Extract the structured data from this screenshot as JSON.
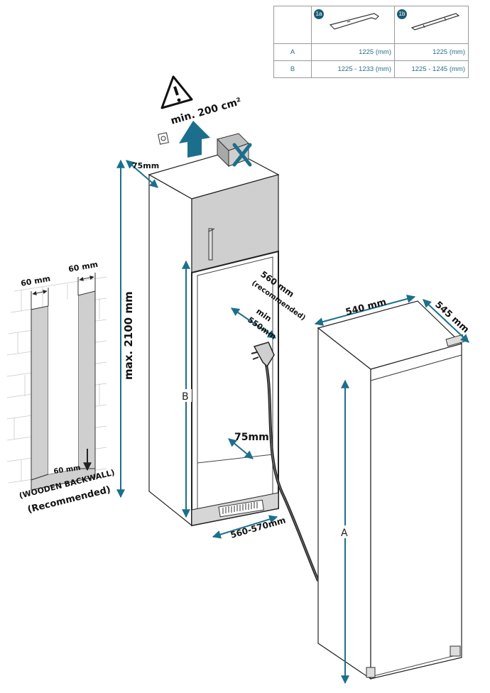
{
  "table": {
    "header": {
      "col1_badge": "1a",
      "col2_badge": "1b"
    },
    "rows": [
      {
        "label": "A",
        "c1": "1225 (mm)",
        "c2": "1225 (mm)"
      },
      {
        "label": "B",
        "c1": "1225 - 1233 (mm)",
        "c2": "1225 - 1245 (mm)"
      }
    ]
  },
  "labels": {
    "vent_area": "min. 200 cm²",
    "top_gap": "75mm",
    "max_height": "max. 2100 mm",
    "strip_left": "60 mm",
    "strip_right": "60 mm",
    "strip_bottom": "60 mm",
    "backwall_1": "(WOODEN BACKWALL)",
    "backwall_2": "(Recommended)",
    "depth_rec_1": "560 mm",
    "depth_rec_2": "(recommended)",
    "depth_min_1": "min",
    "depth_min_2": "550mm",
    "dim_b": "B",
    "plinth_gap": "75mm",
    "width_range": "560-570mm",
    "fridge_width": "540 mm",
    "fridge_depth": "545 mm",
    "dim_a": "A"
  },
  "colors": {
    "accent": "#1c6f8c",
    "badge": "#1c5c74",
    "outline": "#222222"
  }
}
